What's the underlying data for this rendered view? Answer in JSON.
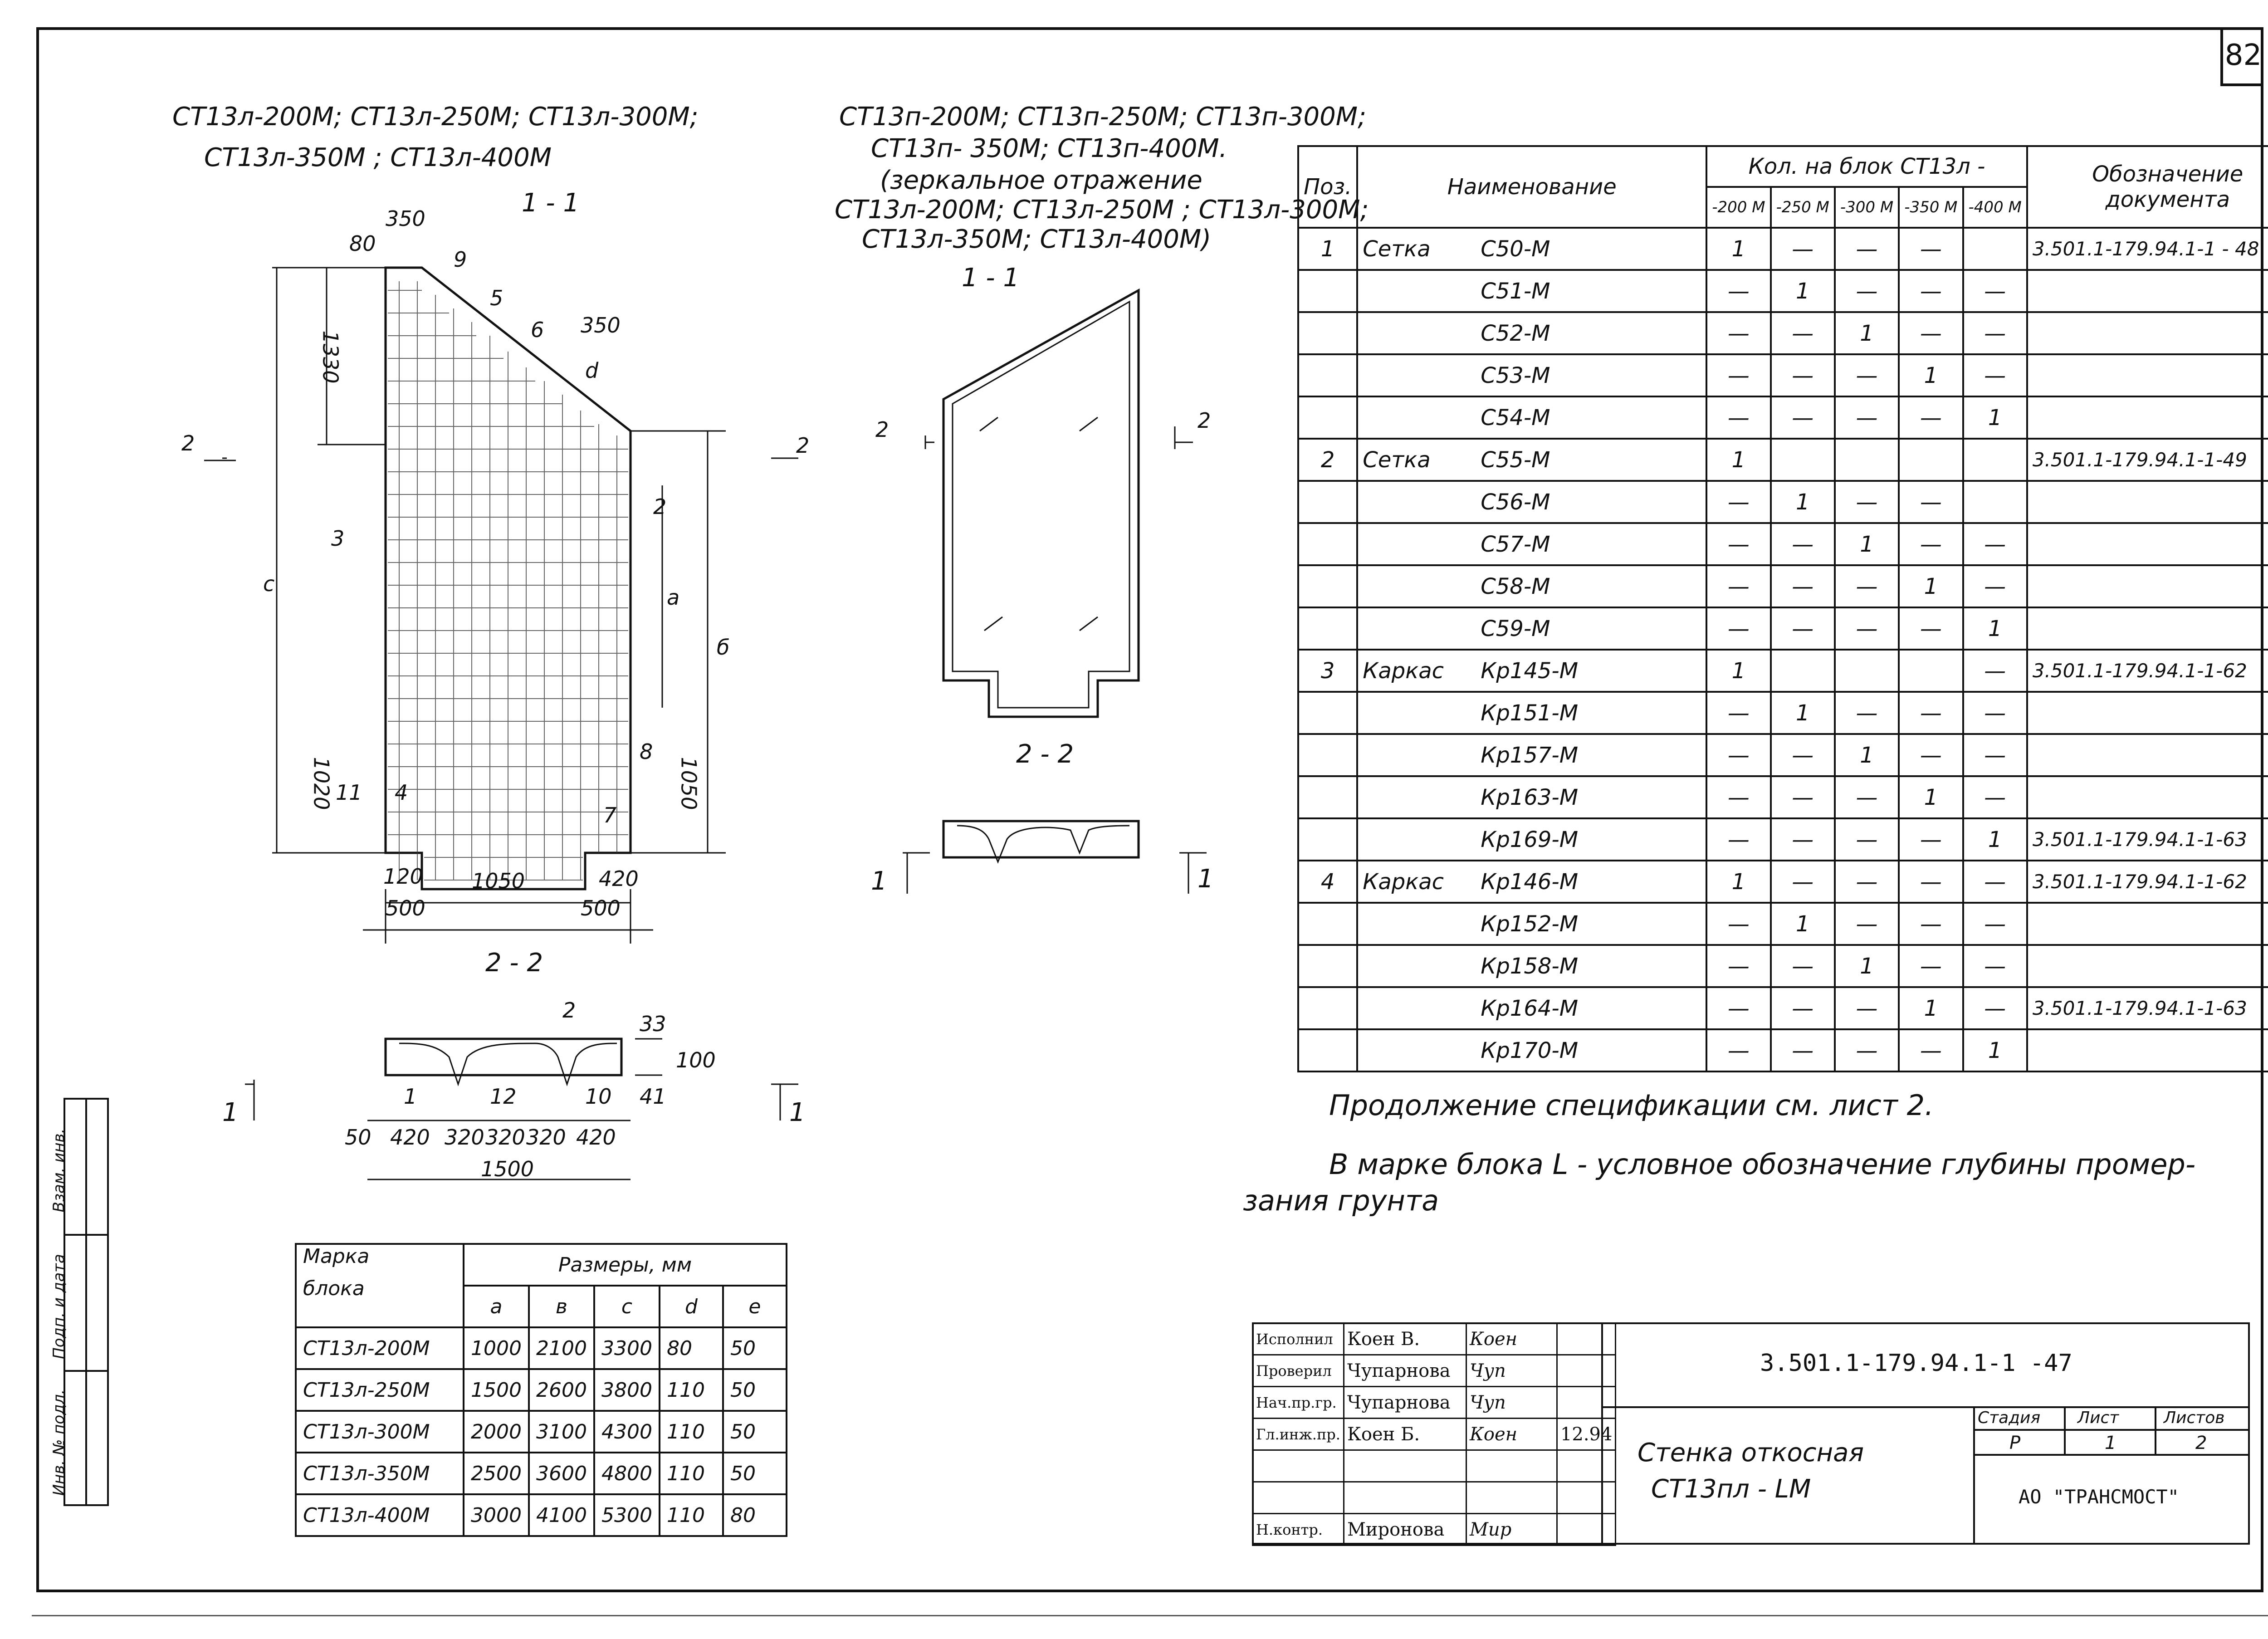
{
  "sheet_number": "82",
  "header_left": {
    "line1": "СТ13л-200М; СТ13л-250М; СТ13л-300М;",
    "line2": "СТ13л-350М ;  СТ13л-400М",
    "section": "1 - 1"
  },
  "header_mid": {
    "line1": "СТ13п-200М; СТ13п-250М; СТ13п-300М;",
    "line2": "СТ13п- 350М; СТ13п-400М.",
    "line3": "(зеркальное отражение",
    "line4": "СТ13л-200М; СТ13л-250М ; СТ13л-300М;",
    "line5": "СТ13л-350М; СТ13л-400М)",
    "section": "1 - 1"
  },
  "drawing_labels": {
    "dims_top": [
      "350",
      "80",
      "350",
      "1330"
    ],
    "dims_bottom": [
      "120",
      "1050",
      "420",
      "500",
      "500",
      "1020",
      "1050"
    ],
    "callouts": [
      "9",
      "5",
      "6",
      "3",
      "2",
      "11",
      "4",
      "7",
      "8"
    ],
    "letters": [
      "с",
      "а",
      "б",
      "d"
    ],
    "cut2": "2",
    "cut1": "1",
    "section_22_left": "2 - 2",
    "section_22_mid": "2 - 2",
    "section22_dims": [
      "50",
      "420",
      "320",
      "320",
      "320",
      "420",
      "1500",
      "33",
      "100",
      "41"
    ],
    "section22_callouts": [
      "2",
      "1",
      "12",
      "10"
    ]
  },
  "spec_table": {
    "headers": {
      "pos": "Поз.",
      "name": "Наименование",
      "qty": "Кол. на блок СТ13л -",
      "designation": "Обозначение документа",
      "sub": [
        "-200 М",
        "-250 М",
        "-300 М",
        "-350 М",
        "-400 М"
      ]
    },
    "rows": [
      {
        "pos": "1",
        "type": "Сетка",
        "mark": "С50-М",
        "q": [
          "1",
          "—",
          "—",
          "—",
          ""
        ],
        "doc": "3.501.1-179.94.1-1 - 48"
      },
      {
        "pos": "",
        "type": "",
        "mark": "С51-М",
        "q": [
          "—",
          "1",
          "—",
          "—",
          "—"
        ],
        "doc": ""
      },
      {
        "pos": "",
        "type": "",
        "mark": "С52-М",
        "q": [
          "—",
          "—",
          "1",
          "—",
          "—"
        ],
        "doc": ""
      },
      {
        "pos": "",
        "type": "",
        "mark": "С53-М",
        "q": [
          "—",
          "—",
          "—",
          "1",
          "—"
        ],
        "doc": ""
      },
      {
        "pos": "",
        "type": "",
        "mark": "С54-М",
        "q": [
          "—",
          "—",
          "—",
          "—",
          "1"
        ],
        "doc": ""
      },
      {
        "pos": "2",
        "type": "Сетка",
        "mark": "С55-М",
        "q": [
          "1",
          "",
          "",
          "",
          ""
        ],
        "doc": "3.501.1-179.94.1-1-49"
      },
      {
        "pos": "",
        "type": "",
        "mark": "С56-М",
        "q": [
          "—",
          "1",
          "—",
          "—",
          ""
        ],
        "doc": ""
      },
      {
        "pos": "",
        "type": "",
        "mark": "С57-М",
        "q": [
          "—",
          "—",
          "1",
          "—",
          "—"
        ],
        "doc": ""
      },
      {
        "pos": "",
        "type": "",
        "mark": "С58-М",
        "q": [
          "—",
          "—",
          "—",
          "1",
          "—"
        ],
        "doc": ""
      },
      {
        "pos": "",
        "type": "",
        "mark": "С59-М",
        "q": [
          "—",
          "—",
          "—",
          "—",
          "1"
        ],
        "doc": ""
      },
      {
        "pos": "3",
        "type": "Каркас",
        "mark": "Кр145-М",
        "q": [
          "1",
          "",
          "",
          "",
          "—"
        ],
        "doc": "3.501.1-179.94.1-1-62"
      },
      {
        "pos": "",
        "type": "",
        "mark": "Кр151-М",
        "q": [
          "—",
          "1",
          "—",
          "—",
          "—"
        ],
        "doc": ""
      },
      {
        "pos": "",
        "type": "",
        "mark": "Кр157-М",
        "q": [
          "—",
          "—",
          "1",
          "—",
          "—"
        ],
        "doc": ""
      },
      {
        "pos": "",
        "type": "",
        "mark": "Кр163-М",
        "q": [
          "—",
          "—",
          "—",
          "1",
          "—"
        ],
        "doc": ""
      },
      {
        "pos": "",
        "type": "",
        "mark": "Кр169-М",
        "q": [
          "—",
          "—",
          "—",
          "—",
          "1"
        ],
        "doc": "3.501.1-179.94.1-1-63"
      },
      {
        "pos": "4",
        "type": "Каркас",
        "mark": "Кр146-М",
        "q": [
          "1",
          "—",
          "—",
          "—",
          "—"
        ],
        "doc": "3.501.1-179.94.1-1-62"
      },
      {
        "pos": "",
        "type": "",
        "mark": "Кр152-М",
        "q": [
          "—",
          "1",
          "—",
          "—",
          "—"
        ],
        "doc": ""
      },
      {
        "pos": "",
        "type": "",
        "mark": "Кр158-М",
        "q": [
          "—",
          "—",
          "1",
          "—",
          "—"
        ],
        "doc": ""
      },
      {
        "pos": "",
        "type": "",
        "mark": "Кр164-М",
        "q": [
          "—",
          "—",
          "—",
          "1",
          "—"
        ],
        "doc": "3.501.1-179.94.1-1-63"
      },
      {
        "pos": "",
        "type": "",
        "mark": "Кр170-М",
        "q": [
          "—",
          "—",
          "—",
          "—",
          "1"
        ],
        "doc": ""
      }
    ]
  },
  "notes": {
    "continuation": "Продолжение спецификации см. лист 2.",
    "line1": "В марке блока L - условное обозначение глубины промер-",
    "line2": "зания грунта"
  },
  "dim_table": {
    "h1": "Марка",
    "h1b": "блока",
    "h2": "Размеры, мм",
    "cols": [
      "а",
      "в",
      "с",
      "d",
      "е"
    ],
    "rows": [
      {
        "mark": "СТ13л-200М",
        "v": [
          "1000",
          "2100",
          "3300",
          "80",
          "50"
        ]
      },
      {
        "mark": "СТ13л-250М",
        "v": [
          "1500",
          "2600",
          "3800",
          "110",
          "50"
        ]
      },
      {
        "mark": "СТ13л-300М",
        "v": [
          "2000",
          "3100",
          "4300",
          "110",
          "50"
        ]
      },
      {
        "mark": "СТ13л-350М",
        "v": [
          "2500",
          "3600",
          "4800",
          "110",
          "50"
        ]
      },
      {
        "mark": "СТ13л-400М",
        "v": [
          "3000",
          "4100",
          "5300",
          "110",
          "80"
        ]
      }
    ]
  },
  "title_block": {
    "people": [
      {
        "role": "Исполнил",
        "name": "Коен В.",
        "sign": "Коен",
        "date": ""
      },
      {
        "role": "Проверил",
        "name": "Чупарнова",
        "sign": "Чуп",
        "date": ""
      },
      {
        "role": "Нач.пр.гр.",
        "name": "Чупарнова",
        "sign": "Чуп",
        "date": ""
      },
      {
        "role": "Гл.инж.пр.",
        "name": "Коен Б.",
        "sign": "Коен",
        "date": "12.94"
      },
      {
        "role": "",
        "name": "",
        "sign": "",
        "date": ""
      },
      {
        "role": "",
        "name": "",
        "sign": "",
        "date": ""
      },
      {
        "role": "Н.контр.",
        "name": "Миронова",
        "sign": "Мир",
        "date": ""
      }
    ],
    "code": "3.501.1-179.94.1-1 -47",
    "title1": "Стенка откосная",
    "title2": "СТ13пл - LМ",
    "stage_h": "Стадия",
    "sheet_h": "Лист",
    "sheets_h": "Листов",
    "stage": "Р",
    "sheet": "1",
    "sheets": "2",
    "org": "АО \"ТРАНСМОСТ\""
  },
  "side_stamp": [
    "Взам. инв.",
    "Подп. и дата",
    "Инв. № подл."
  ]
}
